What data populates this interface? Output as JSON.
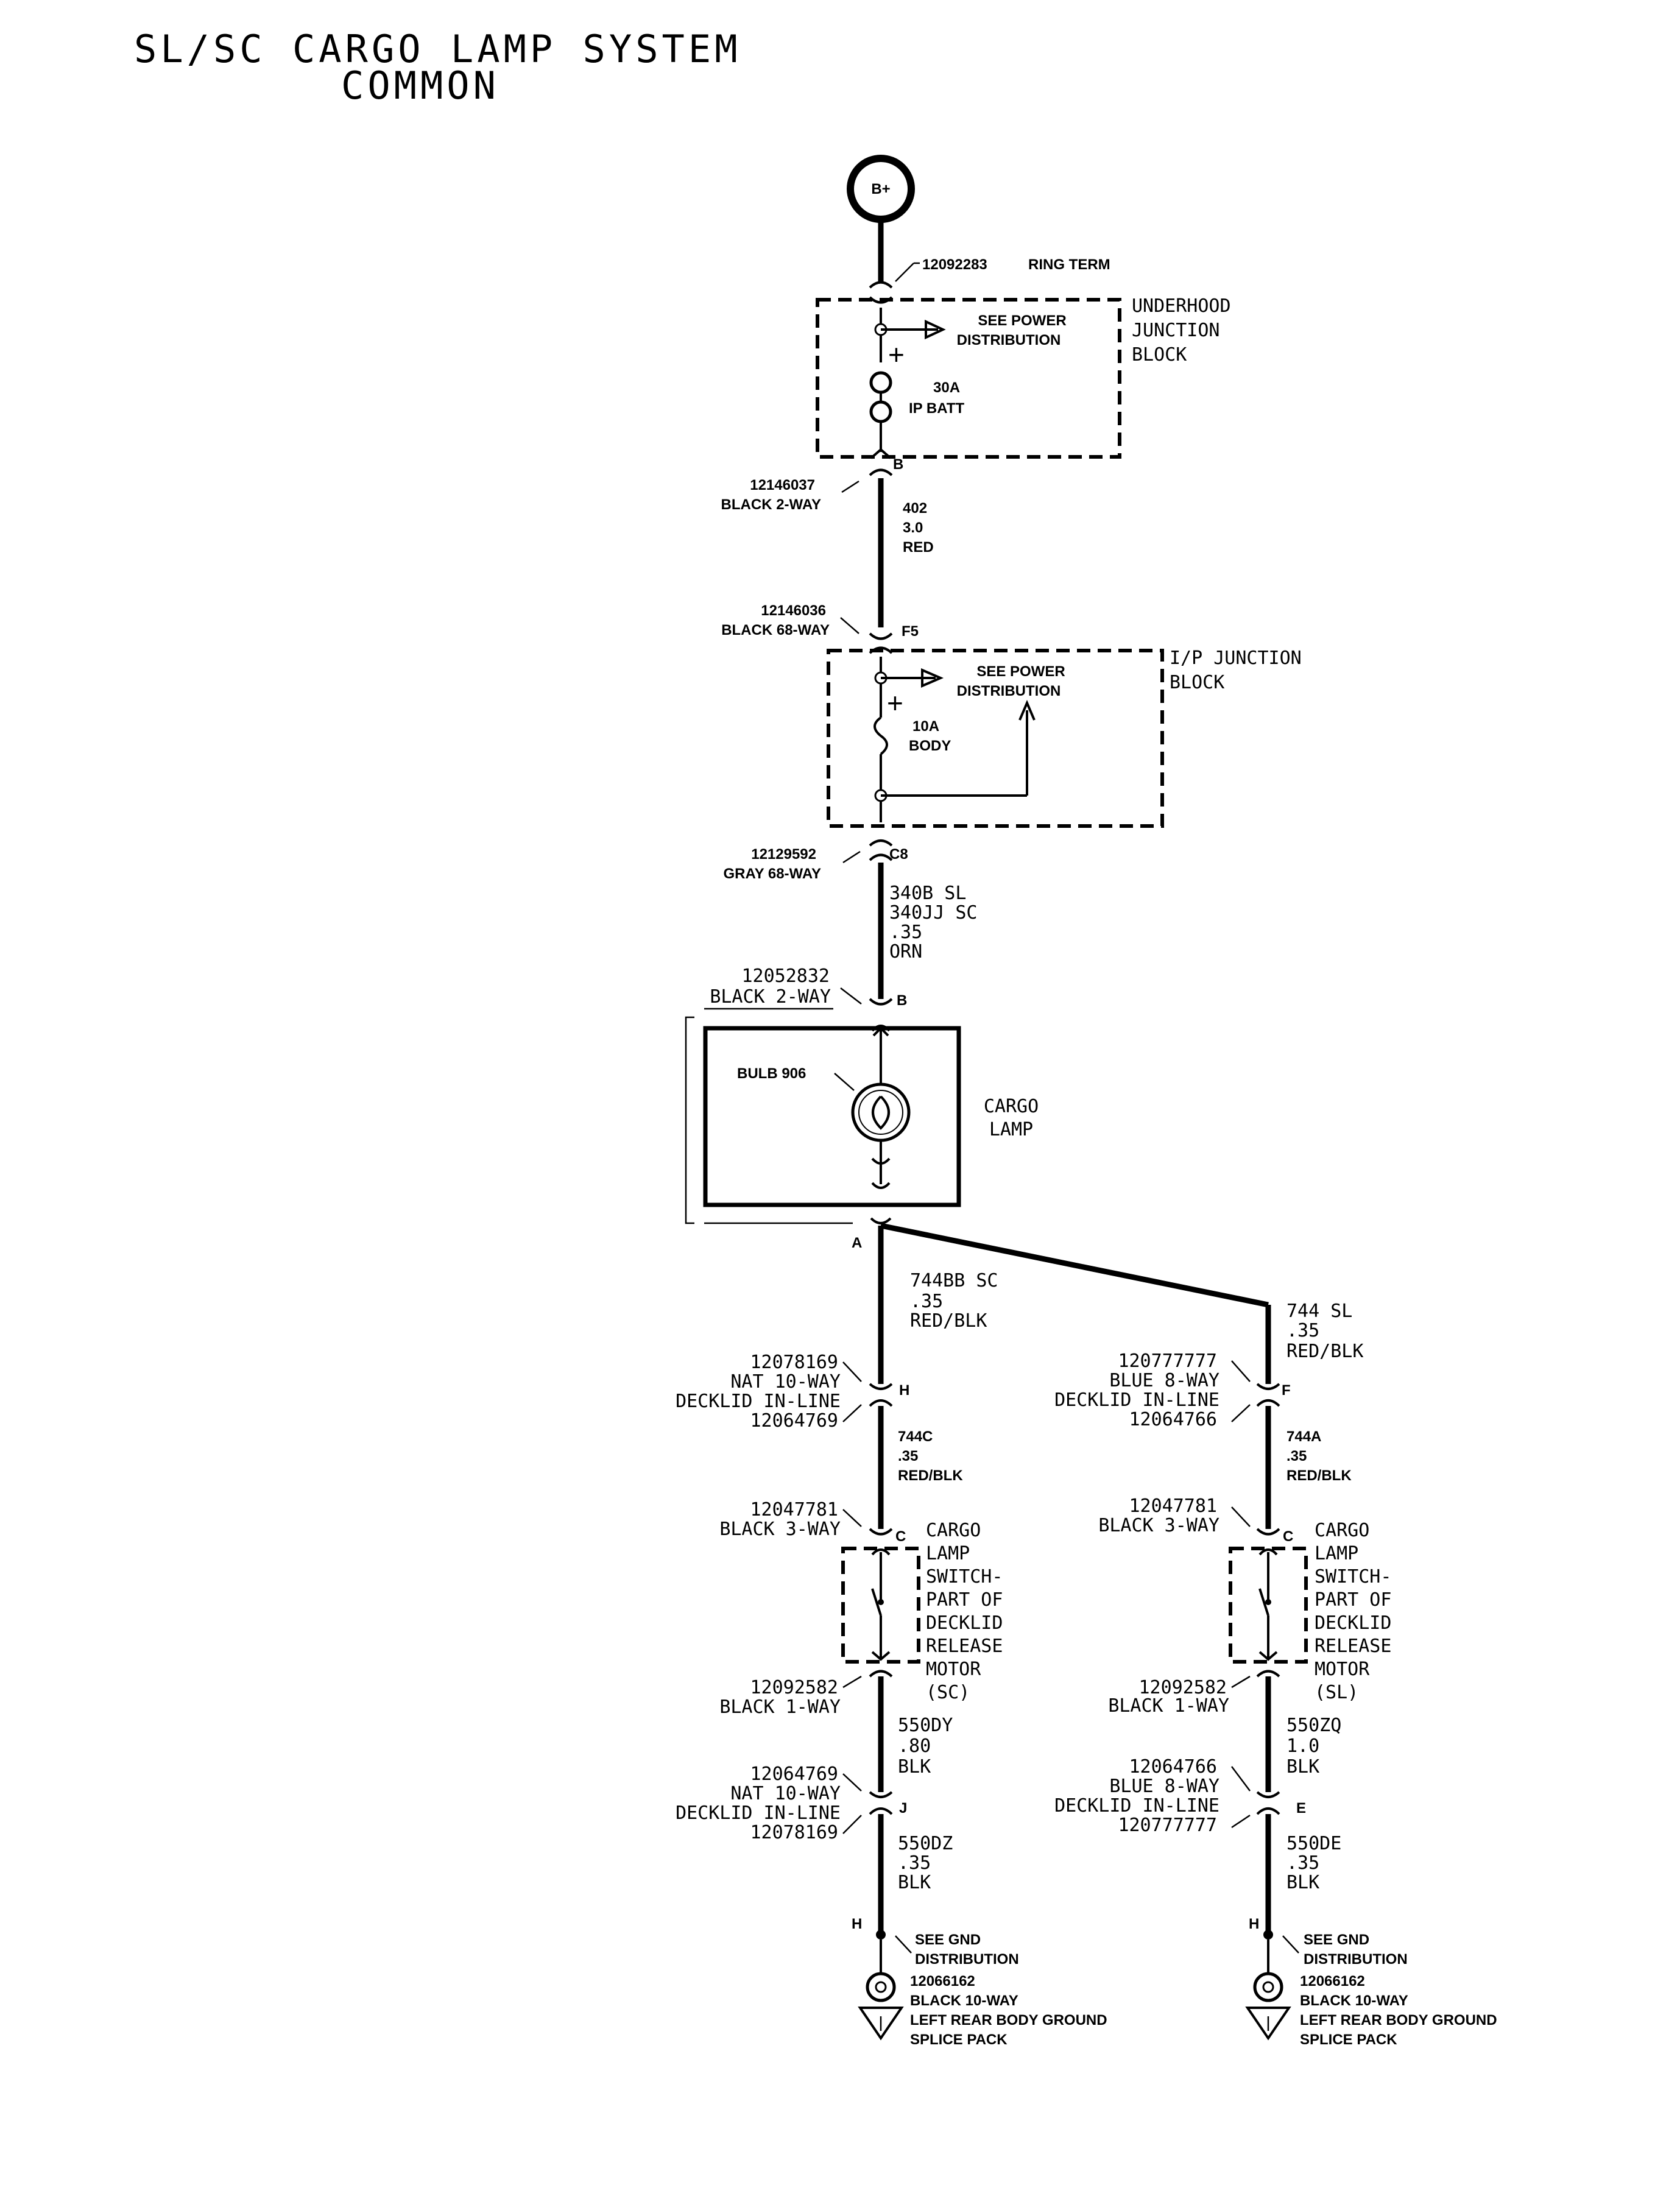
{
  "title": {
    "line1": "SL/SC CARGO LAMP SYSTEM",
    "line2": "COMMON"
  },
  "bplus": {
    "label": "B+",
    "part": "12092283",
    "part_desc": "RING TERM"
  },
  "underhood": {
    "name1": "UNDERHOOD",
    "name2": "JUNCTION",
    "name3": "BLOCK",
    "see1": "SEE POWER",
    "see2": "DISTRIBUTION",
    "fuse1": "30A",
    "fuse2": "IP BATT"
  },
  "conn_b1": {
    "part": "12146037",
    "desc": "BLACK 2-WAY",
    "pin": "B"
  },
  "wire_402": {
    "l1": "402",
    "l2": "3.0",
    "l3": "RED"
  },
  "conn_f5": {
    "part": "12146036",
    "desc": "BLACK 68-WAY",
    "pin": "F5"
  },
  "ip_block": {
    "name1": "I/P JUNCTION",
    "name2": "BLOCK",
    "see1": "SEE POWER",
    "see2": "DISTRIBUTION",
    "fuse1": "10A",
    "fuse2": "BODY"
  },
  "conn_c8": {
    "part": "12129592",
    "desc": "GRAY 68-WAY",
    "pin": "C8"
  },
  "wire_340": {
    "l1": "340B SL",
    "l2": "340JJ SC",
    "l3": ".35",
    "l4": "ORN"
  },
  "conn_lamp_b": {
    "part": "12052832",
    "desc": "BLACK 2-WAY",
    "pin": "B"
  },
  "cargo_lamp": {
    "bulb": "BULB 906",
    "name1": "CARGO",
    "name2": "LAMP",
    "pin_a": "A"
  },
  "wire_744bb": {
    "l1": "744BB SC",
    "l2": ".35",
    "l3": "RED/BLK"
  },
  "wire_744": {
    "l1": "744 SL",
    "l2": ".35",
    "l3": "RED/BLK"
  },
  "left": {
    "conn_h": {
      "l1": "12078169",
      "l2": "NAT 10-WAY",
      "l3": "DECKLID IN-LINE",
      "l4": "12064769",
      "pin": "H"
    },
    "wire_744c": {
      "l1": "744C",
      "l2": ".35",
      "l3": "RED/BLK"
    },
    "conn_c": {
      "l1": "12047781",
      "l2": "BLACK 3-WAY",
      "pin": "C"
    },
    "switch": {
      "l1": "CARGO",
      "l2": "LAMP",
      "l3": "SWITCH-",
      "l4": "PART OF",
      "l5": "DECKLID",
      "l6": "RELEASE",
      "l7": "MOTOR",
      "l8": "(SC)"
    },
    "conn_1way": {
      "l1": "12092582",
      "l2": "BLACK 1-WAY"
    },
    "wire_550dy": {
      "l1": "550DY",
      "l2": ".80",
      "l3": "BLK"
    },
    "conn_j": {
      "l1": "12064769",
      "l2": "NAT 10-WAY",
      "l3": "DECKLID IN-LINE",
      "l4": "12078169",
      "pin": "J"
    },
    "wire_550dz": {
      "l1": "550DZ",
      "l2": ".35",
      "l3": "BLK"
    },
    "ground": {
      "pin": "H",
      "see1": "SEE GND",
      "see2": "DISTRIBUTION",
      "l1": "12066162",
      "l2": "BLACK 10-WAY",
      "l3": "LEFT REAR BODY GROUND",
      "l4": "SPLICE PACK"
    }
  },
  "right": {
    "conn_f": {
      "l1": "120777777",
      "l2": "BLUE 8-WAY",
      "l3": "DECKLID IN-LINE",
      "l4": "12064766",
      "pin": "F"
    },
    "wire_744a": {
      "l1": "744A",
      "l2": ".35",
      "l3": "RED/BLK"
    },
    "conn_c": {
      "l1": "12047781",
      "l2": "BLACK 3-WAY",
      "pin": "C"
    },
    "switch": {
      "l1": "CARGO",
      "l2": "LAMP",
      "l3": "SWITCH-",
      "l4": "PART OF",
      "l5": "DECKLID",
      "l6": "RELEASE",
      "l7": "MOTOR",
      "l8": "(SL)"
    },
    "conn_1way": {
      "l1": "12092582",
      "l2": "BLACK 1-WAY"
    },
    "wire_550zq": {
      "l1": "550ZQ",
      "l2": "1.0",
      "l3": "BLK"
    },
    "conn_e": {
      "l1": "12064766",
      "l2": "BLUE 8-WAY",
      "l3": "DECKLID IN-LINE",
      "l4": "120777777",
      "pin": "E"
    },
    "wire_550de": {
      "l1": "550DE",
      "l2": ".35",
      "l3": "BLK"
    },
    "ground": {
      "pin": "H",
      "see1": "SEE GND",
      "see2": "DISTRIBUTION",
      "l1": "12066162",
      "l2": "BLACK 10-WAY",
      "l3": "LEFT REAR BODY GROUND",
      "l4": "SPLICE PACK"
    }
  }
}
